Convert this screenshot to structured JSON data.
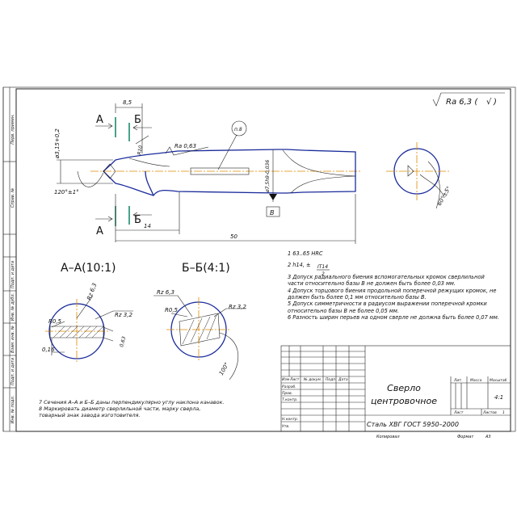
{
  "roughness": {
    "label": "Ra 6,3 (",
    "check": "√",
    "close": ")"
  },
  "section_marks": {
    "a": "А",
    "b": "Б"
  },
  "dimensions": {
    "d_tip": "ø3,15+0,2",
    "angle_tip": "120°±1°",
    "len_85": "8,5",
    "r10": "R10",
    "ra063": "Ra 0,63",
    "len_14": "14",
    "len_50": "50",
    "dia_main": "ø7,5h9-0,036",
    "angle_60": "60°±5°",
    "p8": "п.8",
    "base": "В"
  },
  "sections": {
    "aa_title": "А–А(10:1)",
    "bb_title": "Б–Б(4:1)",
    "aa": {
      "rz63": "Rz 6,3",
      "rz32": "Rz 3,2",
      "r05": "R0,5",
      "d016": "0,16",
      "d063": "0,63"
    },
    "bb": {
      "rz63": "Rz 6,3",
      "rz32": "Rz 3,2",
      "r05": "R0,5",
      "a100": "100°"
    }
  },
  "notes": [
    "1 63..65 HRC",
    "2 h14, ±",
    "3 Допуск радиального биения вспомогательных кромок сверлильной части относительно базы В не должен быть более 0,03 мм.",
    "4 Допуск торцового биения продольной поперечной режущих кромок, не должен быть более 0,1 мм относительно базы В.",
    "5 Допуск симметричности в радиусом выражении поперечной кромки относительно базы В не более 0,05 мм.",
    "6 Разность ширин перьев на одном сверле не должна быть более 0,07 мм."
  ],
  "it_fraction": {
    "num": "IT14",
    "den": "2"
  },
  "notes_bottom": [
    "7 Сечения А–А и Б–Б даны перпендикулярно углу наклона канавок.",
    "8 Маркировать диаметр сверлильной части, марку сверла,",
    "товарный знак завода изготовителя."
  ],
  "side_stamp": [
    "Перв. примен.",
    "Справ. №",
    "Подп. и дата",
    "Инв. № дубл.",
    "Взам. инв. №",
    "Подп. и дата",
    "Инв. № подл."
  ],
  "title_block": {
    "name_line1": "Сверло",
    "name_line2": "центровочное",
    "material": "Сталь ХВГ ГОСТ 5950–2000",
    "col_headers": [
      "Изм",
      "Лист",
      "№ докум.",
      "Подп.",
      "Дата"
    ],
    "row_labels": [
      "Разраб.",
      "Пров.",
      "Т.контр.",
      "",
      "Н.контр.",
      "Утв."
    ],
    "lit": "Лит.",
    "mass": "Масса",
    "scale": "Масштаб",
    "scale_value": "4:1",
    "sheet": "Лист",
    "sheets": "Листов",
    "sheets_value": "1",
    "copied": "Копировал",
    "format": "Формат",
    "format_value": "А3"
  }
}
